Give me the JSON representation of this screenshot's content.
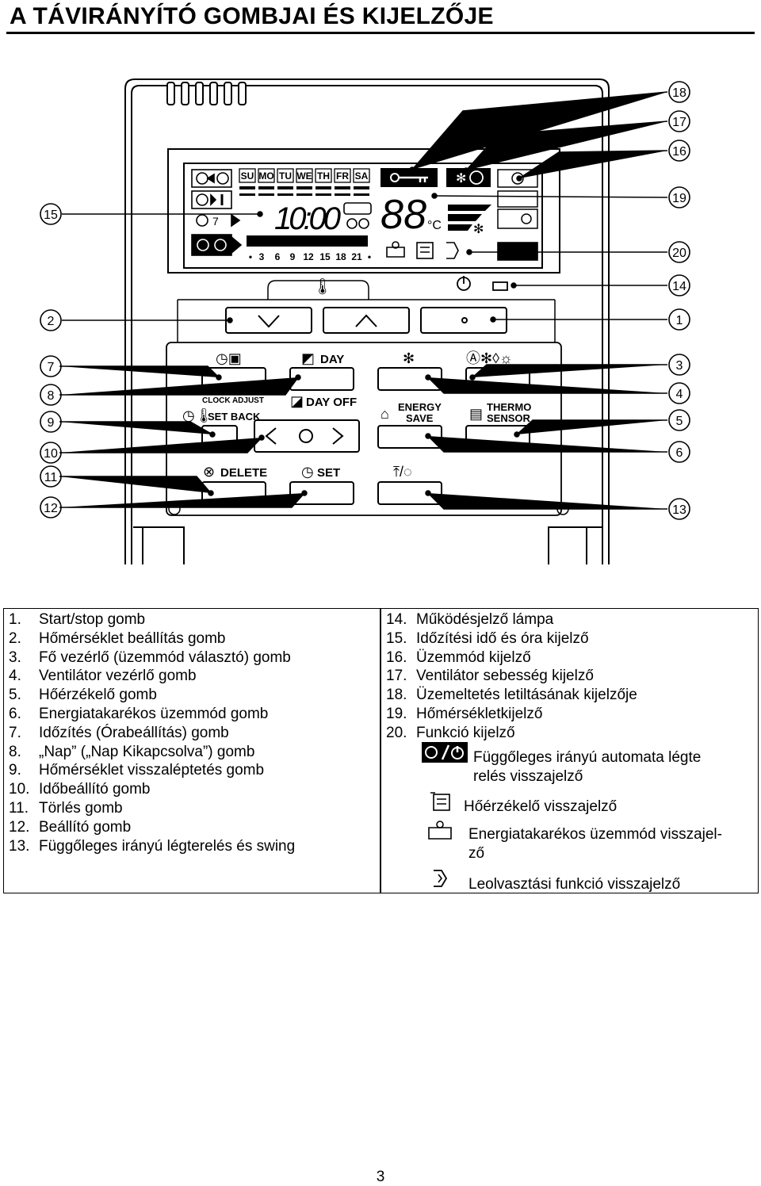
{
  "page_title": "A TÁVIRÁNYÍTÓ GOMBJAI ÉS KIJELZŐJE",
  "diagram": {
    "lcd": {
      "days": [
        "SU",
        "MO",
        "TU",
        "WE",
        "TH",
        "FR",
        "SA"
      ],
      "time": "10:00",
      "temperature": "88",
      "unit": "°C",
      "timeline_ticks": [
        "3",
        "6",
        "9",
        "12",
        "15",
        "18",
        "21"
      ]
    },
    "button_labels": {
      "day": "DAY",
      "day_off": "DAY OFF",
      "clock_adjust": "CLOCK ADJUST",
      "set_back": "SET BACK",
      "energy": "ENERGY",
      "save": "SAVE",
      "thermo": "THERMO",
      "sensor": "SENSOR",
      "delete": "DELETE",
      "set": "SET"
    },
    "callouts": [
      "1",
      "2",
      "3",
      "4",
      "5",
      "6",
      "7",
      "8",
      "9",
      "10",
      "11",
      "12",
      "13",
      "14",
      "15",
      "16",
      "17",
      "18",
      "19",
      "20"
    ]
  },
  "legend_left": [
    {
      "num": "1.",
      "text": "Start/stop gomb"
    },
    {
      "num": "2.",
      "text": "Hőmérséklet beállítás gomb"
    },
    {
      "num": "3.",
      "text": "Fő vezérlő (üzemmód választó) gomb"
    },
    {
      "num": "4.",
      "text": "Ventilátor vezérlő gomb"
    },
    {
      "num": "5.",
      "text": "Hőérzékelő gomb"
    },
    {
      "num": "6.",
      "text": "Energiatakarékos üzemmód gomb"
    },
    {
      "num": "7.",
      "text": "Időzítés (Órabeállítás) gomb"
    },
    {
      "num": "8.",
      "text": "„Nap” („Nap Kikapcsolva”) gomb"
    },
    {
      "num": "9.",
      "text": "Hőmérséklet visszaléptetés gomb"
    },
    {
      "num": "10.",
      "text": "Időbeállító gomb"
    },
    {
      "num": "11.",
      "text": "Törlés gomb"
    },
    {
      "num": "12.",
      "text": "Beállító gomb"
    },
    {
      "num": "13.",
      "text": "Függőleges irányú légterelés és swing"
    }
  ],
  "legend_right": [
    {
      "num": "14.",
      "text": "Működésjelző lámpa"
    },
    {
      "num": "15.",
      "text": "Időzítési idő és óra kijelző"
    },
    {
      "num": "16.",
      "text": "Üzemmód kijelző"
    },
    {
      "num": "17.",
      "text": "Ventilátor sebesség kijelző"
    },
    {
      "num": "18.",
      "text": "Üzemeltetés letiltásának kijelzője"
    },
    {
      "num": "19.",
      "text": "Hőmérsékletkijelző"
    },
    {
      "num": "20.",
      "text": "Funkció kijelző"
    }
  ],
  "function_indicators": {
    "louver_line1": "Függőleges irányú automata légte",
    "louver_line2": "relés visszajelző",
    "sensor": "Hőérzékelő visszajelző",
    "energy_line1": "Energiatakarékos üzemmód visszajel-",
    "energy_line2": "ző",
    "defrost": "Leolvasztási funkció visszajelző"
  },
  "icons": {
    "louver": "louver-power-icon",
    "sensor": "sensor-icon",
    "energy": "energy-save-icon",
    "defrost": "defrost-icon"
  },
  "page_number": "3"
}
